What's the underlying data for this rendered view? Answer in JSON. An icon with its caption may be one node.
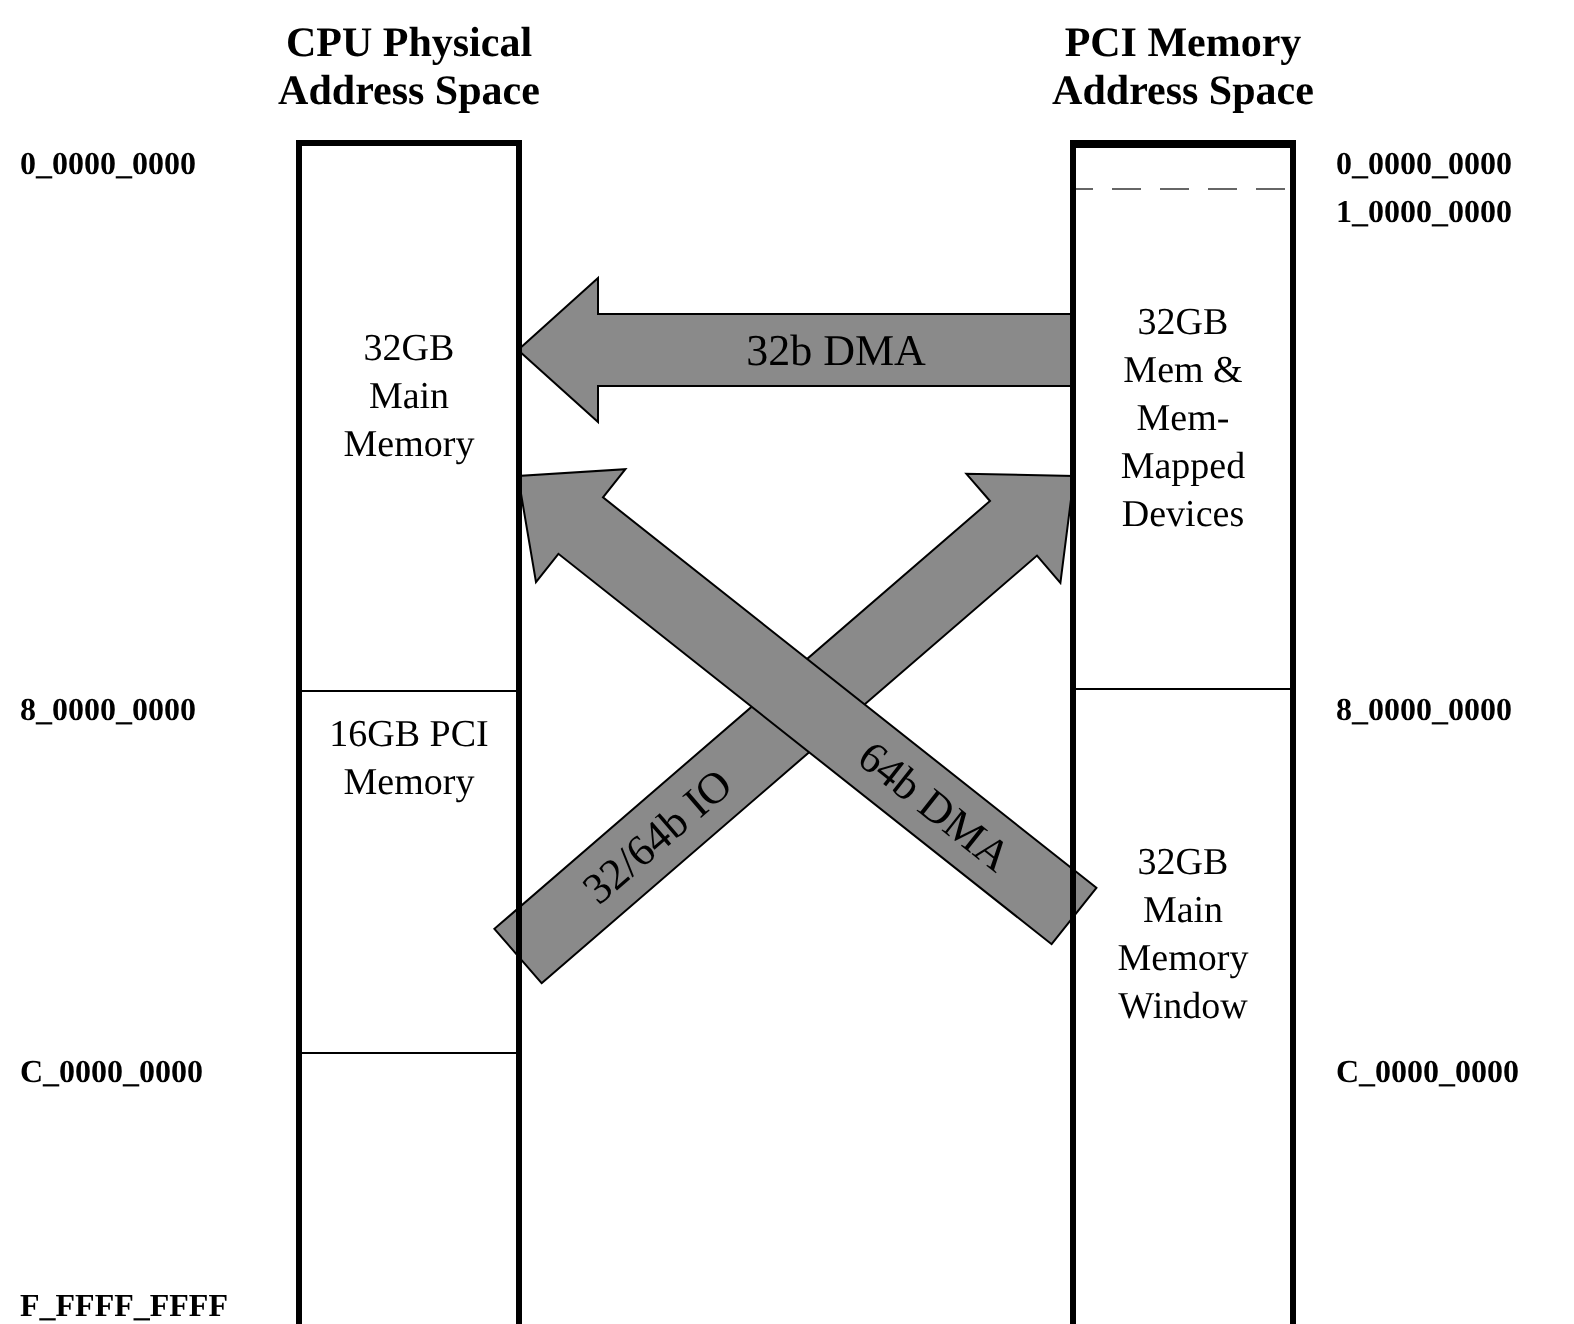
{
  "diagram": {
    "nodes": [
      {
        "text": [
          "CPU Physical Address Space"
        ]
      },
      {
        "text": [
          "32GB Main Memory"
        ],
        "in": 0
      },
      {
        "text": [
          "16GB PCI Memory"
        ],
        "in": 0
      },
      {
        "text": [],
        "shape": "box",
        "in": 0
      },
      {
        "text": [
          "PCI Memory Address Space"
        ]
      },
      {
        "text": [],
        "shape": "box",
        "in": 4
      },
      {
        "text": [
          "32GB Mem & Mem-Mapped Devices"
        ],
        "in": 4
      },
      {
        "text": [
          "32GB Main Memory Window"
        ],
        "in": 4
      }
    ],
    "edges": [
      {
        "from": 6,
        "to": 1,
        "arrow": "to",
        "label": "32b DMA"
      },
      {
        "from": 2,
        "to": 6,
        "arrow": "to",
        "label": "32/64b IO"
      },
      {
        "from": 7,
        "to": 1,
        "arrow": "to",
        "label": "64b DMA"
      }
    ],
    "labels": [
      "0_0000_0000",
      "0_0000_0000",
      "1_0000_0000",
      "8_0000_0000",
      "8_0000_0000",
      "C_0000_0000",
      "C_0000_0000",
      "F_FFFF_FFFF"
    ]
  }
}
